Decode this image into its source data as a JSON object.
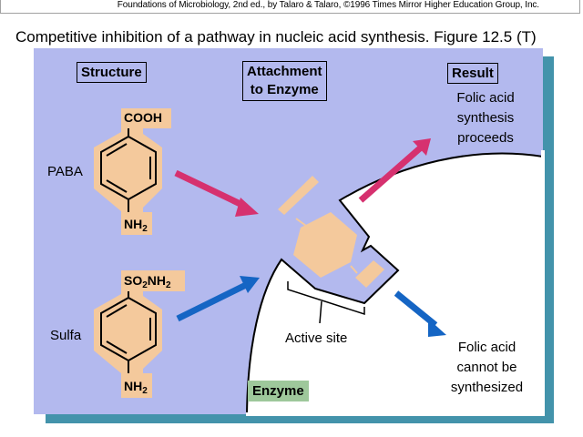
{
  "credit": "Foundations of Microbiology, 2nd ed., by Talaro & Talaro, ©1996 Times Mirror Higher Education Group, Inc.",
  "title": "Competitive inhibition of a pathway in nucleic acid synthesis.  Figure 12.5 (T)",
  "headings": {
    "structure": "Structure",
    "attachment_line1": "Attachment",
    "attachment_line2": "to Enzyme",
    "result": "Result"
  },
  "molecules": {
    "paba": {
      "name": "PABA",
      "top_group": "COOH",
      "bottom_group_main": "NH",
      "bottom_group_sub": "2"
    },
    "sulfa": {
      "name": "Sulfa",
      "top_group_a": "SO",
      "top_group_a_sub": "2",
      "top_group_b": "NH",
      "top_group_b_sub": "2",
      "bottom_group_main": "NH",
      "bottom_group_sub": "2"
    }
  },
  "results": {
    "proceeds": [
      "Folic acid",
      "synthesis",
      "proceeds"
    ],
    "blocked": [
      "Folic acid",
      "cannot be",
      "synthesized"
    ]
  },
  "labels": {
    "active_site": "Active site",
    "enzyme": "Enzyme"
  },
  "colors": {
    "panel_bg": "#b3b9ee",
    "panel_shadow": "#4393ab",
    "molecule_fill": "#f4c99c",
    "paba_arrow": "#d6316f",
    "sulfa_arrow": "#1565c4",
    "enzyme_tag": "#9ec89b"
  }
}
